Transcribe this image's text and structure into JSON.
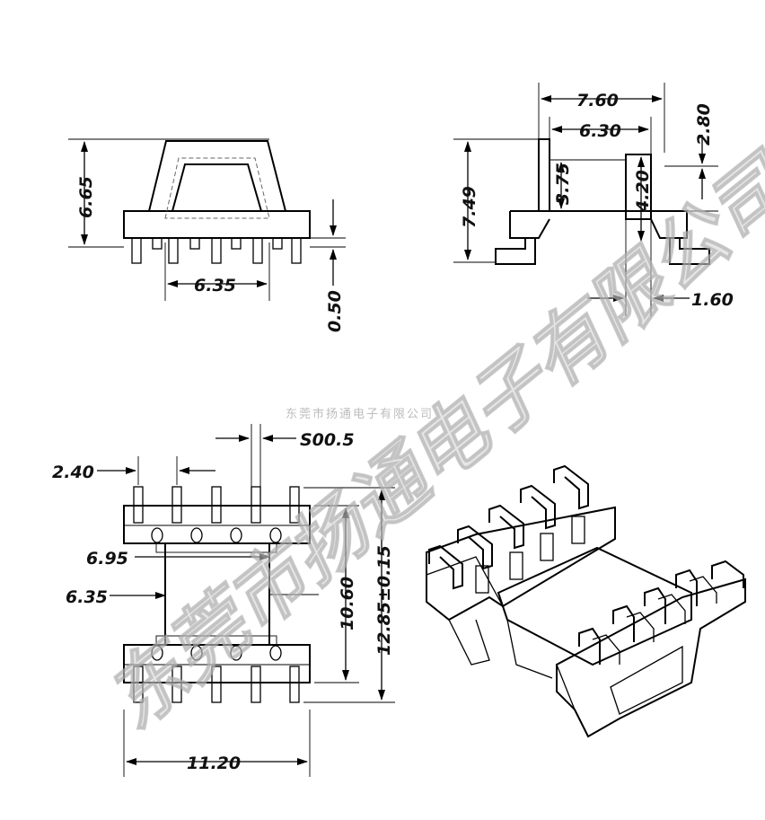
{
  "watermark": {
    "large": "东莞市扬通电子有限公司",
    "small": "东莞市扬通电子有限公司"
  },
  "dimensions": {
    "front_height": "6.65",
    "front_pin_span": "6.35",
    "front_pin_length": "0.50",
    "side_width_outer": "7.60",
    "side_width_inner": "6.30",
    "side_flange_height": "2.80",
    "side_total_height": "7.49",
    "side_window": "3.75",
    "side_core_height": "4.20",
    "side_wall": "1.60",
    "top_pin_pitch": "2.40",
    "top_slot": "S00.5",
    "top_flange_inner": "6.95",
    "top_core_width": "6.35",
    "top_window_length": "10.60",
    "top_total_length": "12.85±0.15",
    "top_row_span": "11.20"
  }
}
